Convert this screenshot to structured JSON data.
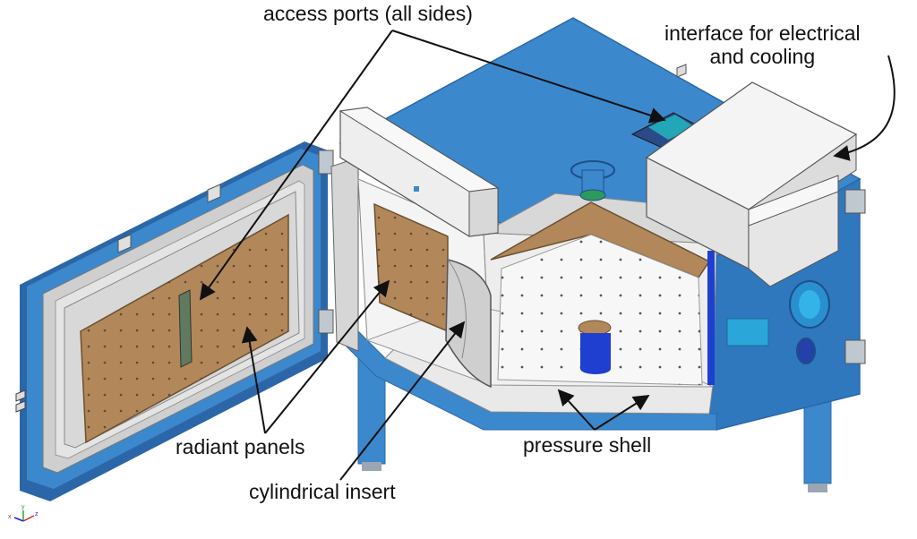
{
  "labels": {
    "access_ports": "access ports (all sides)",
    "interface_line1": "interface for electrical",
    "interface_line2": "and cooling",
    "radiant_panels": "radiant panels",
    "cylindrical_insert": "cylindrical insert",
    "pressure_shell": "pressure shell"
  },
  "axis_triad": [
    "x",
    "y",
    "z"
  ],
  "colors": {
    "shell_blue": "#3c88cc",
    "shell_dark": "#2b67a8",
    "panel_brown": "#b2875a",
    "grey_box": "#e6e6e6",
    "white_panel": "#f2f2f2"
  }
}
